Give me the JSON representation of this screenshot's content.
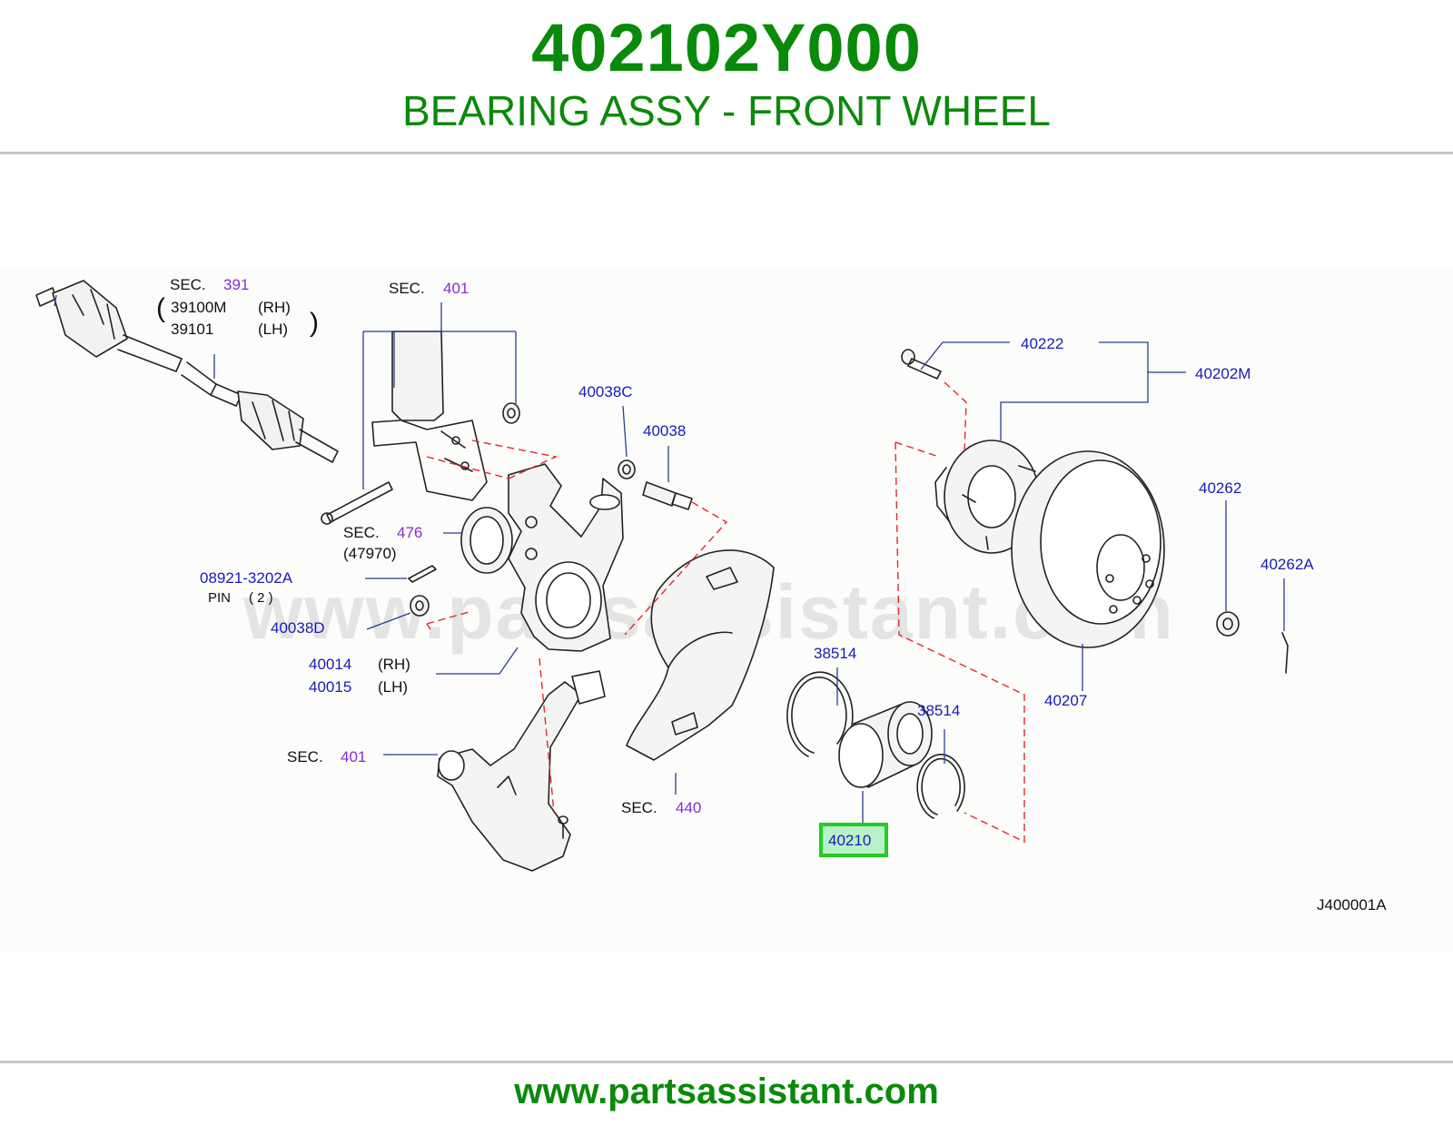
{
  "header": {
    "part_number": "402102Y000",
    "description": "BEARING ASSY - FRONT WHEEL"
  },
  "colors": {
    "brand_green": "#0a8a0a",
    "label_blue": "#1a1ab8",
    "section_purple": "#8a2bd6",
    "highlight_box": "#22cc22"
  },
  "watermark": "www.partsassistant.com",
  "diagram": {
    "code": "J400001A",
    "sec_word": "SEC.",
    "sections": {
      "s391": "391",
      "s401": "401",
      "s476": "476",
      "s440": "440"
    },
    "drive_shaft": {
      "rh_part": "39100M",
      "rh": "(RH)",
      "lh_part": "39101",
      "lh": "(LH)"
    },
    "sensor_rotor_ref": "(47970)",
    "pin_part": "08921-3202A",
    "pin_text": "PIN",
    "pin_qty": "( 2 )",
    "knuckle": {
      "rh_part": "40014",
      "rh": "(RH)",
      "lh_part": "40015",
      "lh": "(LH)"
    },
    "parts": {
      "p40038C": "40038C",
      "p40038": "40038",
      "p40038D": "40038D",
      "p40222": "40222",
      "p40202M": "40202M",
      "p40262": "40262",
      "p40262A": "40262A",
      "p40207": "40207",
      "p38514_a": "38514",
      "p38514_b": "38514",
      "p40210": "40210"
    }
  },
  "footer": {
    "url": "www.partsassistant.com"
  }
}
